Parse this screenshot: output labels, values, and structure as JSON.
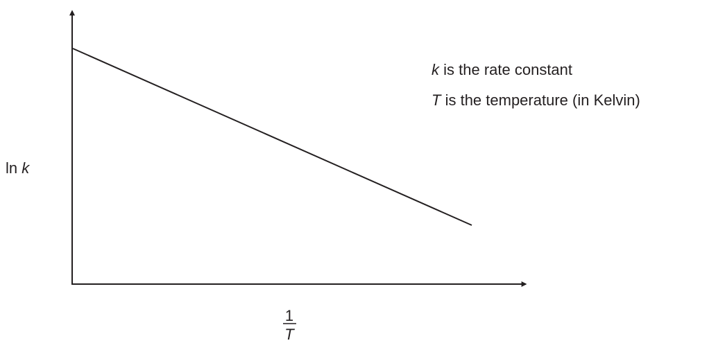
{
  "chart_data": {
    "type": "line",
    "title": "",
    "ylabel": {
      "prefix": "ln",
      "variable": "k"
    },
    "xlabel": {
      "numerator": "1",
      "denominator": "T"
    },
    "x_ticks": [],
    "y_ticks": [],
    "grid": false,
    "series": [
      {
        "style": "solid",
        "trend": "decreasing",
        "x": [
          0,
          1
        ],
        "y": [
          1,
          0
        ]
      }
    ],
    "annotations": [
      {
        "variable": "k",
        "text": " is the rate constant"
      },
      {
        "variable": "T",
        "text": " is the temperature (in Kelvin)"
      }
    ]
  },
  "colors": {
    "ink": "#231f20",
    "background": "#ffffff"
  }
}
